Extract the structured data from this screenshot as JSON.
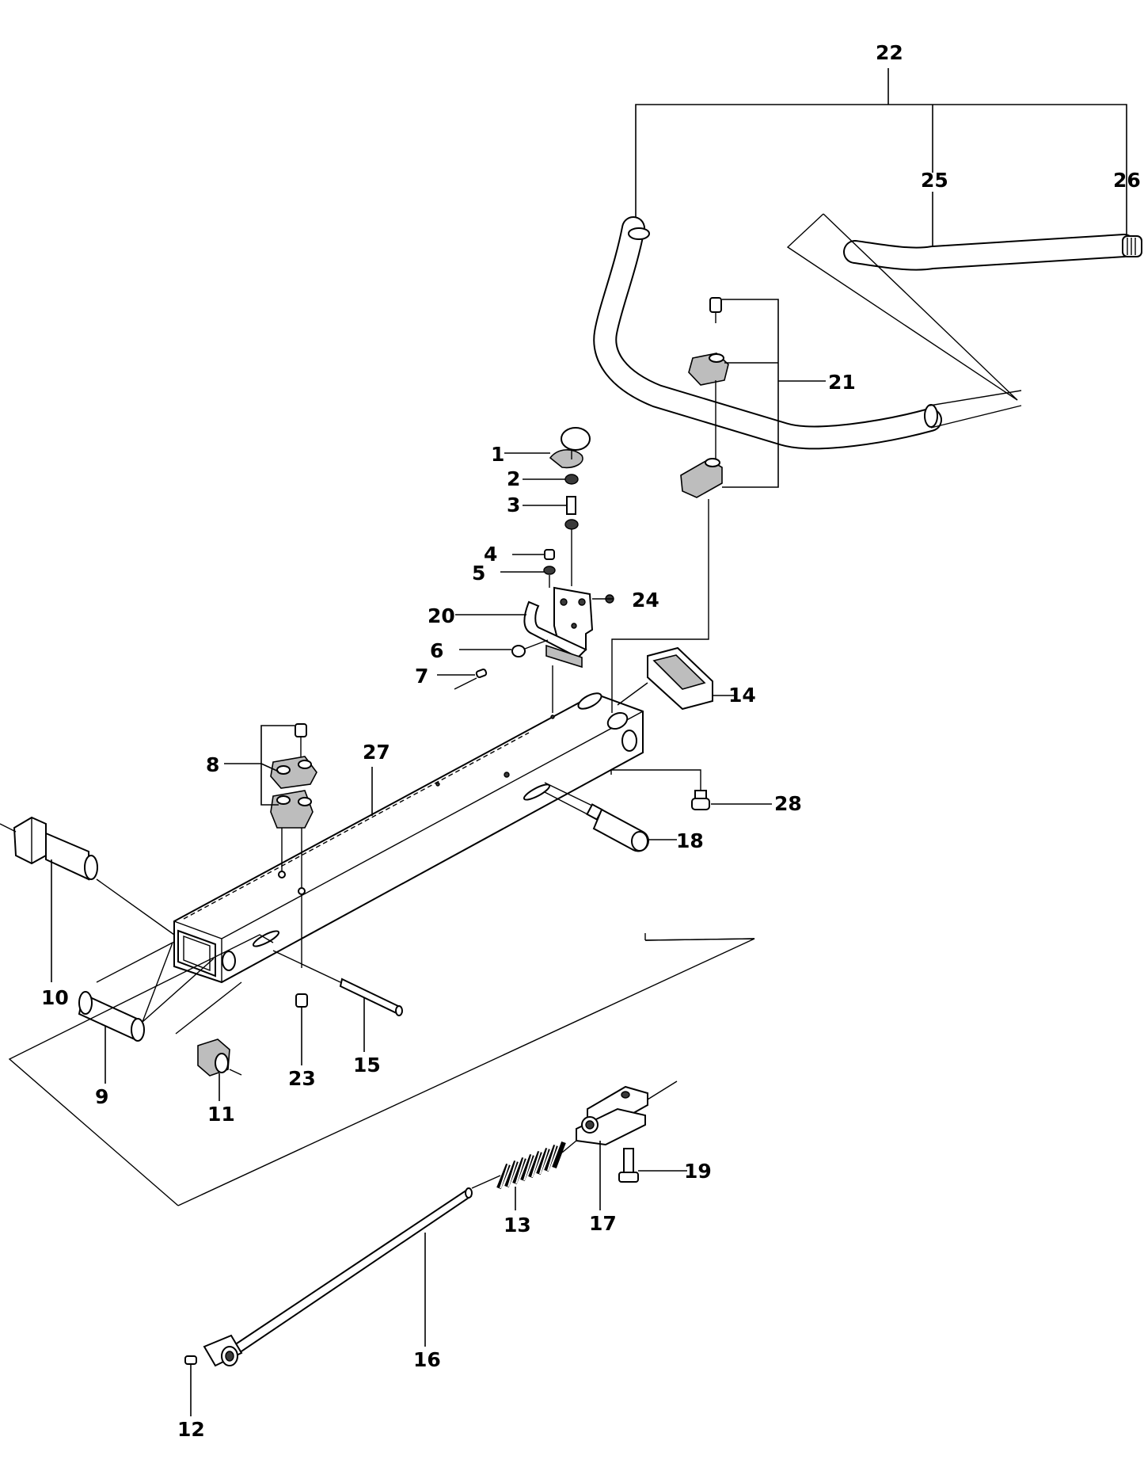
{
  "labels": {
    "p1": "1",
    "p2": "2",
    "p3": "3",
    "p4": "4",
    "p5": "5",
    "p6": "6",
    "p7": "7",
    "p8": "8",
    "p9": "9",
    "p10": "10",
    "p11": "11",
    "p12": "12",
    "p13": "13",
    "p14": "14",
    "p15": "15",
    "p16": "16",
    "p17": "17",
    "p18": "18",
    "p19": "19",
    "p20": "20",
    "p21": "21",
    "p22": "22",
    "p23": "23",
    "p24": "24",
    "p25": "25",
    "p26": "26",
    "p27": "27",
    "p28": "28"
  },
  "colors": {
    "line": "#000000",
    "background": "#ffffff",
    "shade": "#bdbdbd"
  }
}
